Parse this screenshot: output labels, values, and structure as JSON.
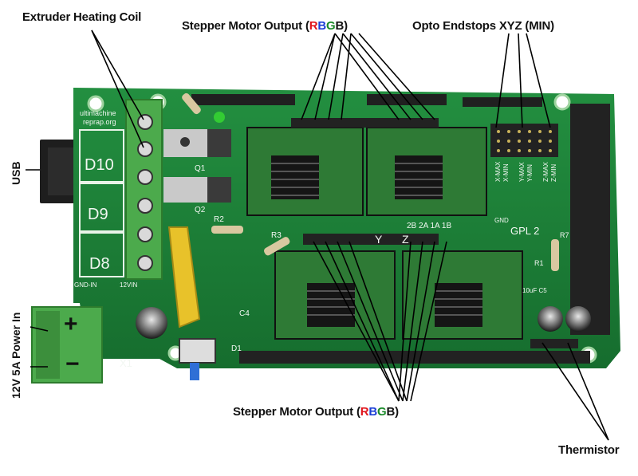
{
  "labels": {
    "extruder": "Extruder Heating Coil",
    "stepper_top": {
      "prefix": "Stepper Motor Output (",
      "r": "R",
      "b": "B",
      "g": "G",
      "b2": "B",
      "suffix": ")"
    },
    "opto": "Opto Endstops XYZ (MIN)",
    "usb": "USB",
    "power": "12V 5A Power In",
    "stepper_bottom": {
      "prefix": "Stepper Motor Output (",
      "r": "R",
      "b": "B",
      "g": "G",
      "b2": "B",
      "suffix": ")"
    },
    "thermistor": "Thermistor"
  },
  "silkscreen": {
    "ultimachine": "ultimachine",
    "reprap": "reprap.org",
    "d10": "D10",
    "d9": "D9",
    "d8": "D8",
    "q1": "Q1",
    "q2": "Q2",
    "r2": "R2",
    "r3": "R3",
    "gnd_in": "GND-IN",
    "v12in": "12VIN",
    "x1": "X1",
    "d1": "D1",
    "c4": "C4",
    "gpl": "GPL 2",
    "gnd": "GND",
    "x_max": "X-MAX",
    "y_max": "Y-MAX",
    "z_max": "Z-MAX",
    "x_min": "X-MIN",
    "y_min": "Y-MIN",
    "z_min": "Z-MIN",
    "y": "Y",
    "z": "Z",
    "pins": "2B 2A 1A 1B",
    "c5": "10uF C5",
    "r1": "R1",
    "r7": "R7",
    "plus": "+",
    "minus": "−"
  },
  "colors": {
    "pcb": "#1f8a3c",
    "pcb_dark": "#146b2c",
    "connector_green": "#4caa4c",
    "heatsink": "#1a1a1a",
    "red": "#e0141b",
    "blue": "#1c3fd6",
    "green": "#1b8a2a"
  }
}
